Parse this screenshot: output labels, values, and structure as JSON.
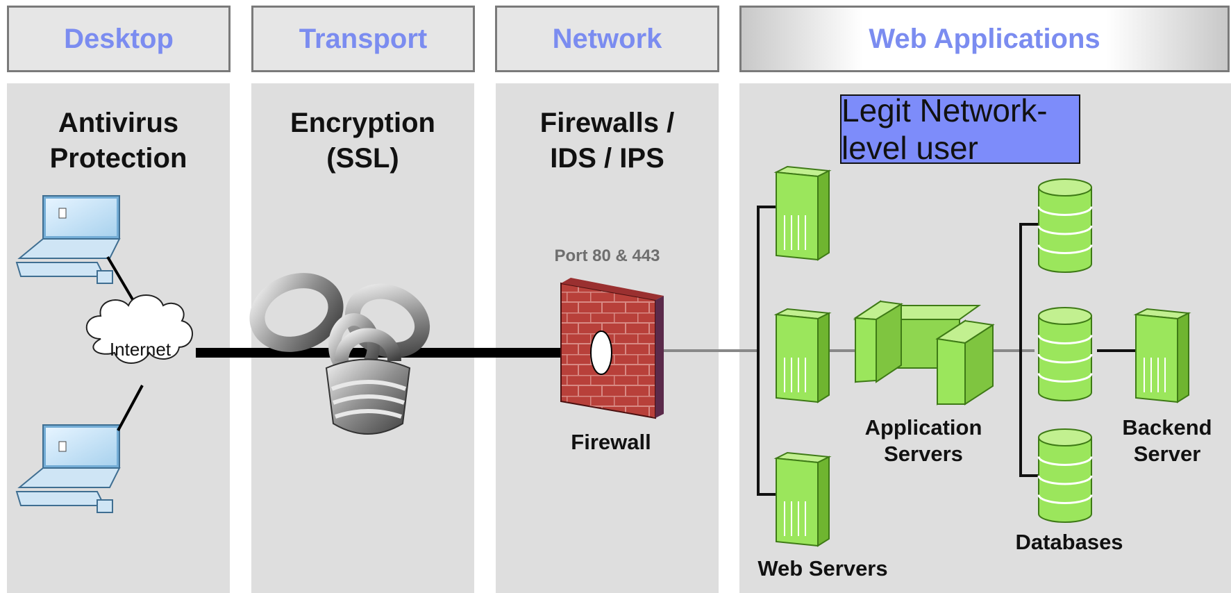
{
  "headers": {
    "desktop": "Desktop",
    "transport": "Transport",
    "network": "Network",
    "web_applications": "Web Applications"
  },
  "columns": {
    "desktop_title": [
      "Antivirus",
      "Protection"
    ],
    "transport_title": [
      "Encryption",
      "(SSL)"
    ],
    "network_title": [
      "Firewalls /",
      "IDS / IPS"
    ]
  },
  "internet_label": "Internet",
  "port_label": "Port 80 & 443",
  "firewall_label": "Firewall",
  "legit_user_label": "Legit Network-level user",
  "application_servers_label": [
    "Application",
    "Servers"
  ],
  "backend_server_label": [
    "Backend",
    "Server"
  ],
  "databases_label": "Databases",
  "web_servers_label": "Web Servers",
  "colors": {
    "header_text": "#7b8cf0",
    "legit_box": "#7d8cfa",
    "server_green": "#9be65c",
    "firewall_brick": "#b8403a"
  },
  "icons": [
    "computer-icon",
    "cloud-icon",
    "padlock-chain-icon",
    "firewall-icon",
    "server-icon",
    "database-icon",
    "app-server-icon"
  ]
}
